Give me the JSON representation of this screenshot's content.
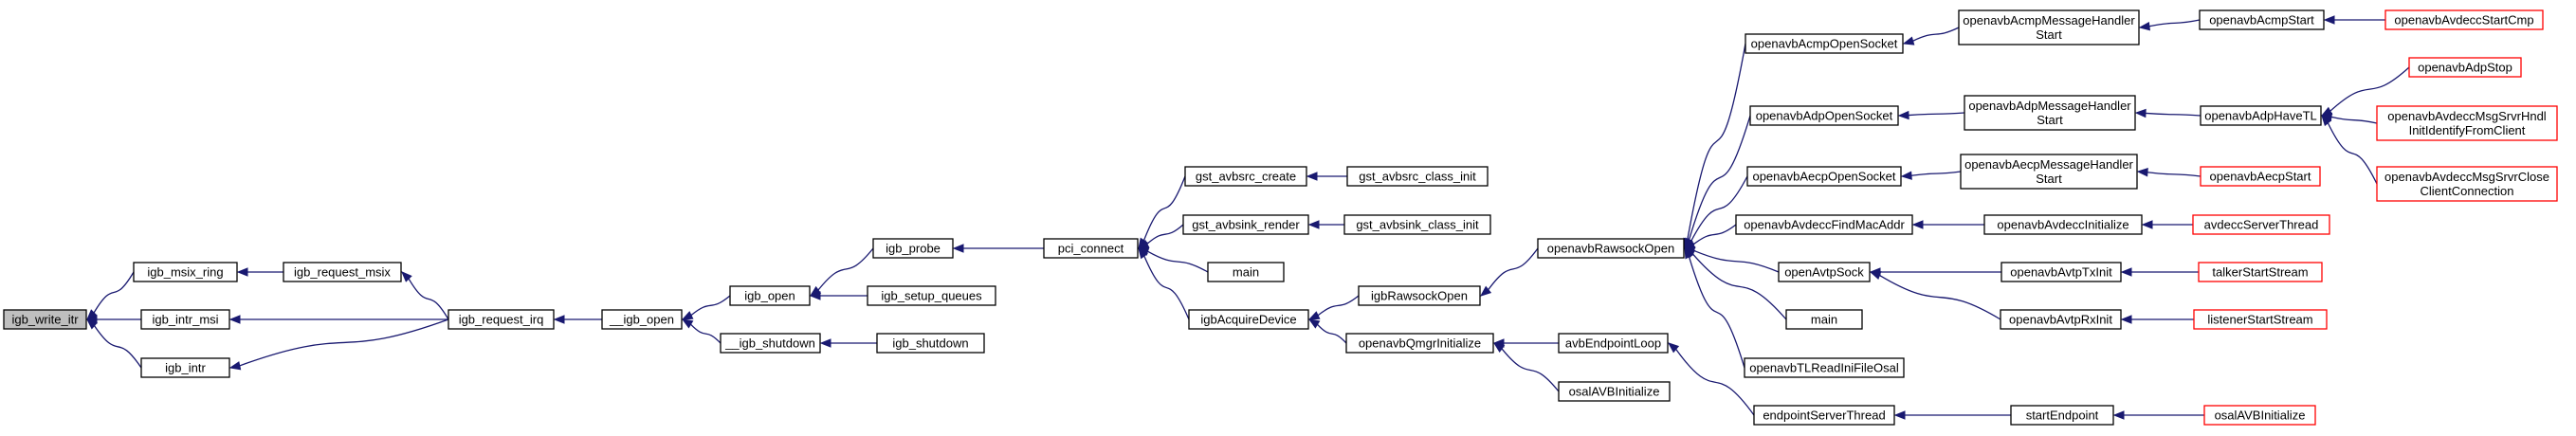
{
  "graph": {
    "root": "igb_write_itr",
    "nodes": [
      {
        "id": "igb_write_itr",
        "lines": [
          "igb_write_itr"
        ],
        "root": true
      },
      {
        "id": "igb_msix_ring",
        "lines": [
          "igb_msix_ring"
        ]
      },
      {
        "id": "igb_intr_msi",
        "lines": [
          "igb_intr_msi"
        ]
      },
      {
        "id": "igb_intr",
        "lines": [
          "igb_intr"
        ]
      },
      {
        "id": "igb_request_msix",
        "lines": [
          "igb_request_msix"
        ]
      },
      {
        "id": "igb_request_irq",
        "lines": [
          "igb_request_irq"
        ]
      },
      {
        "id": "__igb_open",
        "lines": [
          "__igb_open"
        ]
      },
      {
        "id": "igb_open",
        "lines": [
          "igb_open"
        ]
      },
      {
        "id": "__igb_shutdown",
        "lines": [
          "__igb_shutdown"
        ]
      },
      {
        "id": "igb_probe",
        "lines": [
          "igb_probe"
        ]
      },
      {
        "id": "igb_setup_queues",
        "lines": [
          "igb_setup_queues"
        ]
      },
      {
        "id": "igb_shutdown",
        "lines": [
          "igb_shutdown"
        ]
      },
      {
        "id": "pci_connect",
        "lines": [
          "pci_connect"
        ]
      },
      {
        "id": "gst_avbsrc_create",
        "lines": [
          "gst_avbsrc_create"
        ]
      },
      {
        "id": "gst_avbsink_render",
        "lines": [
          "gst_avbsink_render"
        ]
      },
      {
        "id": "main_1",
        "lines": [
          "main"
        ]
      },
      {
        "id": "igbAcquireDevice",
        "lines": [
          "igbAcquireDevice"
        ]
      },
      {
        "id": "gst_avbsrc_class_init",
        "lines": [
          "gst_avbsrc_class_init"
        ]
      },
      {
        "id": "gst_avbsink_class_init",
        "lines": [
          "gst_avbsink_class_init"
        ]
      },
      {
        "id": "igbRawsockOpen",
        "lines": [
          "igbRawsockOpen"
        ]
      },
      {
        "id": "openavbQmgrInitialize",
        "lines": [
          "openavbQmgrInitialize"
        ]
      },
      {
        "id": "avbEndpointLoop",
        "lines": [
          "avbEndpointLoop"
        ]
      },
      {
        "id": "osalAVBInitialize_1",
        "lines": [
          "osalAVBInitialize"
        ]
      },
      {
        "id": "endpointServerThread",
        "lines": [
          "endpointServerThread"
        ]
      },
      {
        "id": "openavbRawsockOpen",
        "lines": [
          "openavbRawsockOpen"
        ]
      },
      {
        "id": "openavbAcmpOpenSocket",
        "lines": [
          "openavbAcmpOpenSocket"
        ]
      },
      {
        "id": "openavbAdpOpenSocket",
        "lines": [
          "openavbAdpOpenSocket"
        ]
      },
      {
        "id": "openavbAecpOpenSocket",
        "lines": [
          "openavbAecpOpenSocket"
        ]
      },
      {
        "id": "openavbAvdeccFindMacAddr",
        "lines": [
          "openavbAvdeccFindMacAddr"
        ]
      },
      {
        "id": "openAvtpSock",
        "lines": [
          "openAvtpSock"
        ]
      },
      {
        "id": "main_2",
        "lines": [
          "main"
        ]
      },
      {
        "id": "openavbTLReadIniFileOsal",
        "lines": [
          "openavbTLReadIniFileOsal"
        ]
      },
      {
        "id": "openavbAcmpMessageHandlerStart",
        "lines": [
          "openavbAcmpMessageHandler",
          "Start"
        ]
      },
      {
        "id": "openavbAdpMessageHandlerStart",
        "lines": [
          "openavbAdpMessageHandler",
          "Start"
        ]
      },
      {
        "id": "openavbAecpMessageHandlerStart",
        "lines": [
          "openavbAecpMessageHandler",
          "Start"
        ]
      },
      {
        "id": "openavbAvdeccInitialize",
        "lines": [
          "openavbAvdeccInitialize"
        ]
      },
      {
        "id": "openavbAvtpTxInit",
        "lines": [
          "openavbAvtpTxInit"
        ]
      },
      {
        "id": "openavbAvtpRxInit",
        "lines": [
          "openavbAvtpRxInit"
        ]
      },
      {
        "id": "startEndpoint",
        "lines": [
          "startEndpoint"
        ]
      },
      {
        "id": "openavbAcmpStart",
        "lines": [
          "openavbAcmpStart"
        ]
      },
      {
        "id": "openavbAdpHaveTL",
        "lines": [
          "openavbAdpHaveTL"
        ]
      },
      {
        "id": "openavbAecpStart",
        "lines": [
          "openavbAecpStart"
        ],
        "red": true
      },
      {
        "id": "avdeccServerThread",
        "lines": [
          "avdeccServerThread"
        ],
        "red": true
      },
      {
        "id": "talkerStartStream",
        "lines": [
          "talkerStartStream"
        ],
        "red": true
      },
      {
        "id": "listenerStartStream",
        "lines": [
          "listenerStartStream"
        ],
        "red": true
      },
      {
        "id": "osalAVBInitialize_2",
        "lines": [
          "osalAVBInitialize"
        ],
        "red": true
      },
      {
        "id": "openavbAvdeccStartCmp",
        "lines": [
          "openavbAvdeccStartCmp"
        ],
        "red": true
      },
      {
        "id": "openavbAdpStop",
        "lines": [
          "openavbAdpStop"
        ],
        "red": true
      },
      {
        "id": "openavbAvdeccMsgSrvrHndlInitIdentifyFromClient",
        "lines": [
          "openavbAvdeccMsgSrvrHndl",
          "InitIdentifyFromClient"
        ],
        "red": true
      },
      {
        "id": "openavbAvdeccMsgSrvrCloseClientConnection",
        "lines": [
          "openavbAvdeccMsgSrvrClose",
          "ClientConnection"
        ],
        "red": true
      }
    ],
    "edges": [
      {
        "from": "igb_msix_ring",
        "to": "igb_write_itr"
      },
      {
        "from": "igb_intr_msi",
        "to": "igb_write_itr"
      },
      {
        "from": "igb_intr",
        "to": "igb_write_itr"
      },
      {
        "from": "igb_request_msix",
        "to": "igb_msix_ring"
      },
      {
        "from": "igb_request_irq",
        "to": "igb_request_msix"
      },
      {
        "from": "igb_request_irq",
        "to": "igb_intr_msi"
      },
      {
        "from": "igb_request_irq",
        "to": "igb_intr"
      },
      {
        "from": "__igb_open",
        "to": "igb_request_irq"
      },
      {
        "from": "igb_open",
        "to": "__igb_open"
      },
      {
        "from": "__igb_shutdown",
        "to": "__igb_open"
      },
      {
        "from": "igb_probe",
        "to": "igb_open"
      },
      {
        "from": "igb_setup_queues",
        "to": "igb_open"
      },
      {
        "from": "igb_shutdown",
        "to": "__igb_shutdown"
      },
      {
        "from": "pci_connect",
        "to": "igb_probe"
      },
      {
        "from": "gst_avbsrc_create",
        "to": "pci_connect"
      },
      {
        "from": "gst_avbsink_render",
        "to": "pci_connect"
      },
      {
        "from": "main_1",
        "to": "pci_connect"
      },
      {
        "from": "igbAcquireDevice",
        "to": "pci_connect"
      },
      {
        "from": "gst_avbsrc_class_init",
        "to": "gst_avbsrc_create"
      },
      {
        "from": "gst_avbsink_class_init",
        "to": "gst_avbsink_render"
      },
      {
        "from": "igbRawsockOpen",
        "to": "igbAcquireDevice"
      },
      {
        "from": "openavbQmgrInitialize",
        "to": "igbAcquireDevice"
      },
      {
        "from": "avbEndpointLoop",
        "to": "openavbQmgrInitialize"
      },
      {
        "from": "osalAVBInitialize_1",
        "to": "openavbQmgrInitialize"
      },
      {
        "from": "endpointServerThread",
        "to": "avbEndpointLoop"
      },
      {
        "from": "openavbRawsockOpen",
        "to": "igbRawsockOpen"
      },
      {
        "from": "openavbAcmpOpenSocket",
        "to": "openavbRawsockOpen"
      },
      {
        "from": "openavbAdpOpenSocket",
        "to": "openavbRawsockOpen"
      },
      {
        "from": "openavbAecpOpenSocket",
        "to": "openavbRawsockOpen"
      },
      {
        "from": "openavbAvdeccFindMacAddr",
        "to": "openavbRawsockOpen"
      },
      {
        "from": "openAvtpSock",
        "to": "openavbRawsockOpen"
      },
      {
        "from": "main_2",
        "to": "openavbRawsockOpen"
      },
      {
        "from": "openavbTLReadIniFileOsal",
        "to": "openavbRawsockOpen"
      },
      {
        "from": "openavbAcmpMessageHandlerStart",
        "to": "openavbAcmpOpenSocket"
      },
      {
        "from": "openavbAdpMessageHandlerStart",
        "to": "openavbAdpOpenSocket"
      },
      {
        "from": "openavbAecpMessageHandlerStart",
        "to": "openavbAecpOpenSocket"
      },
      {
        "from": "openavbAvdeccInitialize",
        "to": "openavbAvdeccFindMacAddr"
      },
      {
        "from": "openavbAvtpTxInit",
        "to": "openAvtpSock"
      },
      {
        "from": "openavbAvtpRxInit",
        "to": "openAvtpSock"
      },
      {
        "from": "startEndpoint",
        "to": "endpointServerThread"
      },
      {
        "from": "openavbAcmpStart",
        "to": "openavbAcmpMessageHandlerStart"
      },
      {
        "from": "openavbAdpHaveTL",
        "to": "openavbAdpMessageHandlerStart"
      },
      {
        "from": "openavbAecpStart",
        "to": "openavbAecpMessageHandlerStart"
      },
      {
        "from": "avdeccServerThread",
        "to": "openavbAvdeccInitialize"
      },
      {
        "from": "talkerStartStream",
        "to": "openavbAvtpTxInit"
      },
      {
        "from": "listenerStartStream",
        "to": "openavbAvtpRxInit"
      },
      {
        "from": "osalAVBInitialize_2",
        "to": "startEndpoint"
      },
      {
        "from": "openavbAvdeccStartCmp",
        "to": "openavbAcmpStart"
      },
      {
        "from": "openavbAdpStop",
        "to": "openavbAdpHaveTL"
      },
      {
        "from": "openavbAvdeccMsgSrvrHndlInitIdentifyFromClient",
        "to": "openavbAdpHaveTL"
      },
      {
        "from": "openavbAvdeccMsgSrvrCloseClientConnection",
        "to": "openavbAdpHaveTL"
      }
    ]
  },
  "colors": {
    "edge": "#191970",
    "node_border": "#000000",
    "root_fill": "#bfbfbf",
    "unexpanded_border": "#ff0000"
  }
}
